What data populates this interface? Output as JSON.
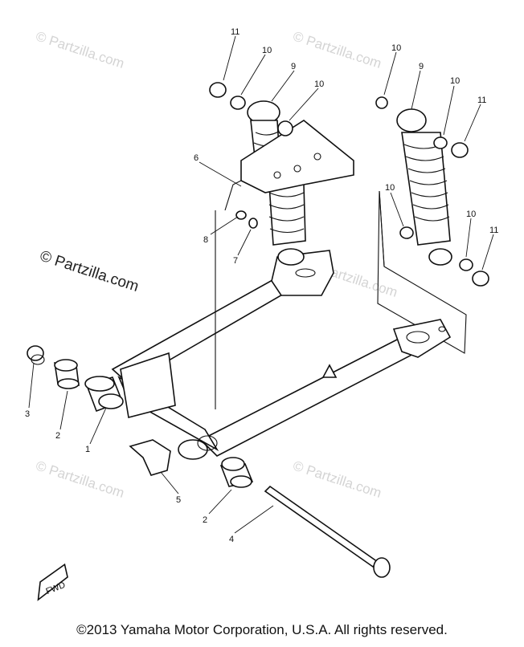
{
  "watermark": {
    "text": "© Partzilla.com"
  },
  "copyright": "©2013 Yamaha Motor Corporation, U.S.A. All rights reserved.",
  "fwd_label": "FWD",
  "callouts": {
    "c11a": "11",
    "c10a": "10",
    "c9a": "9",
    "c10b": "10",
    "c10c": "10",
    "c9b": "9",
    "c10d": "10",
    "c11b": "11",
    "c6": "6",
    "c8": "8",
    "c7": "7",
    "c10e": "10",
    "c10f": "10",
    "c11c": "11",
    "c3": "3",
    "c2a": "2",
    "c1": "1",
    "c5": "5",
    "c2b": "2",
    "c4": "4"
  },
  "colors": {
    "line": "#111111",
    "watermark_light": "#d4d4d4",
    "background": "#ffffff"
  }
}
